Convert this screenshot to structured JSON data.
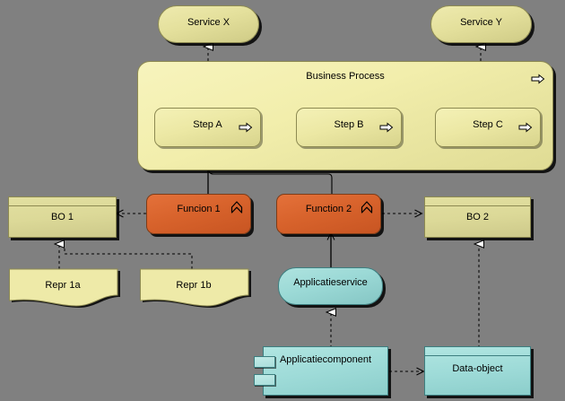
{
  "diagram": {
    "title": "ArchiMate layered view",
    "background_color": "#808080",
    "colors": {
      "business_fill": "#f2eeac",
      "business_object_fill": "#dcd998",
      "service_fill": "#e4e09c",
      "function_fill": "#d8632c",
      "application_fill": "#9edbd8",
      "stroke": "#8d8a52",
      "application_stroke": "#3d7f80",
      "function_stroke": "#7d3c18",
      "edge_color": "#000000"
    }
  },
  "nodes": {
    "service_x": {
      "label": "Service X",
      "type": "business-service",
      "icon": "rounded-pill"
    },
    "service_y": {
      "label": "Service Y",
      "type": "business-service",
      "icon": "rounded-pill"
    },
    "business_process": {
      "label": "Business Process",
      "type": "business-process",
      "icon": "process-arrow-icon"
    },
    "step_a": {
      "label": "Step A",
      "type": "business-process",
      "icon": "process-arrow-icon"
    },
    "step_b": {
      "label": "Step B",
      "type": "business-process",
      "icon": "process-arrow-icon"
    },
    "step_c": {
      "label": "Step C",
      "type": "business-process",
      "icon": "process-arrow-icon"
    },
    "funcion_1": {
      "label": "Funcion 1",
      "type": "business-function",
      "icon": "function-chevron-icon"
    },
    "function_2": {
      "label": "Function 2",
      "type": "business-function",
      "icon": "function-chevron-icon"
    },
    "bo_1": {
      "label": "BO 1",
      "type": "business-object"
    },
    "bo_2": {
      "label": "BO 2",
      "type": "business-object"
    },
    "repr_1a": {
      "label": "Repr 1a",
      "type": "representation"
    },
    "repr_1b": {
      "label": "Repr 1b",
      "type": "representation"
    },
    "applicatieservice": {
      "label": "Applicatieservice",
      "type": "application-service"
    },
    "applicatiecomponent": {
      "label": "Applicatiecomponent",
      "type": "application-component"
    },
    "data_object": {
      "label": "Data-object",
      "type": "data-object"
    }
  },
  "edges": [
    {
      "from": "step_a",
      "to": "service_x",
      "style": "dashed",
      "arrow": "hollow-triangle",
      "name": "realization"
    },
    {
      "from": "step_c",
      "to": "service_y",
      "style": "dashed",
      "arrow": "hollow-triangle",
      "name": "realization"
    },
    {
      "from": "step_a",
      "to": "step_b",
      "style": "solid",
      "arrow": "filled-arrow",
      "name": "triggering"
    },
    {
      "from": "step_b",
      "to": "step_c",
      "style": "solid",
      "arrow": "filled-arrow",
      "name": "triggering"
    },
    {
      "from": "funcion_1",
      "to": "step_a",
      "style": "solid",
      "arrow": "open-arrow",
      "name": "assignment"
    },
    {
      "from": "function_2",
      "to": "step_a",
      "style": "solid",
      "arrow": "open-arrow",
      "name": "assignment"
    },
    {
      "from": "funcion_1",
      "to": "bo_1",
      "style": "dashed",
      "arrow": "open-arrow",
      "name": "access"
    },
    {
      "from": "function_2",
      "to": "bo_2",
      "style": "dashed",
      "arrow": "open-arrow",
      "name": "access"
    },
    {
      "from": "repr_1a",
      "to": "bo_1",
      "style": "dashed",
      "arrow": "hollow-triangle",
      "name": "realization"
    },
    {
      "from": "repr_1b",
      "to": "bo_1",
      "style": "dashed",
      "arrow": "hollow-triangle",
      "name": "realization"
    },
    {
      "from": "applicatieservice",
      "to": "function_2",
      "style": "solid",
      "arrow": "open-arrow",
      "name": "used-by"
    },
    {
      "from": "applicatiecomponent",
      "to": "applicatieservice",
      "style": "dashed",
      "arrow": "hollow-triangle",
      "name": "realization"
    },
    {
      "from": "applicatiecomponent",
      "to": "data_object",
      "style": "dashed",
      "arrow": "open-arrow",
      "name": "access"
    },
    {
      "from": "data_object",
      "to": "bo_2",
      "style": "dashed",
      "arrow": "hollow-triangle",
      "name": "realization"
    }
  ]
}
